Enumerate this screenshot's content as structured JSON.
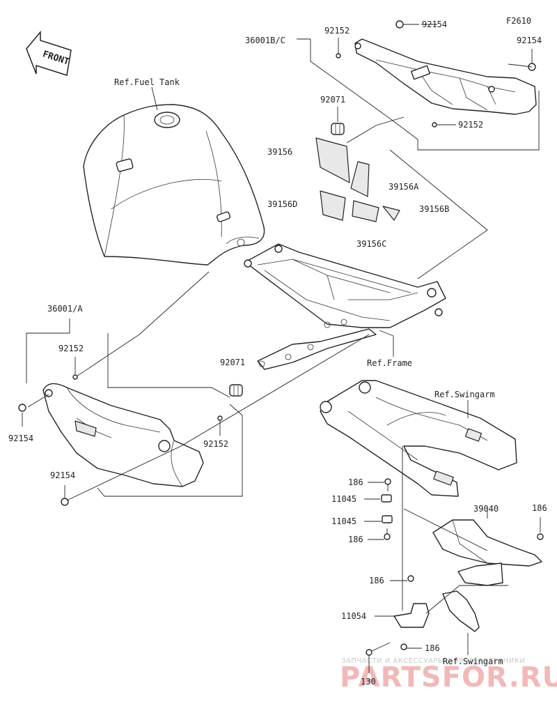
{
  "figure_code": "F2610",
  "front_label": "FRONT",
  "references": {
    "fuel_tank": "Ref.Fuel Tank",
    "frame": "Ref.Frame",
    "swingarm_top": "Ref.Swingarm",
    "swingarm_bottom": "Ref.Swingarm"
  },
  "part_labels": {
    "p36001bc": "36001B/C",
    "p92152_a": "92152",
    "p92154_a": "92154",
    "p92154_b": "92154",
    "p92071_a": "92071",
    "p92152_b": "92152",
    "p39156": "39156",
    "p39156a": "39156A",
    "p39156d": "39156D",
    "p39156b": "39156B",
    "p39156c": "39156C",
    "p36001a": "36001/A",
    "p92152_c": "92152",
    "p92154_c": "92154",
    "p92071_b": "92071",
    "p92152_d": "92152",
    "p92154_d": "92154",
    "p186_a": "186",
    "p11045_a": "11045",
    "p11045_b": "11045",
    "p186_b": "186",
    "p39040": "39040",
    "p186_c": "186",
    "p186_d": "186",
    "p11054": "11054",
    "p186_e": "186",
    "p130": "130"
  },
  "watermark": {
    "line1": "ЗАПЧАСТИ И АКСЕССУАРЫ ДЛЯ МОТОТЕХНИКИ",
    "line2": "PARTSFOR.RU"
  }
}
